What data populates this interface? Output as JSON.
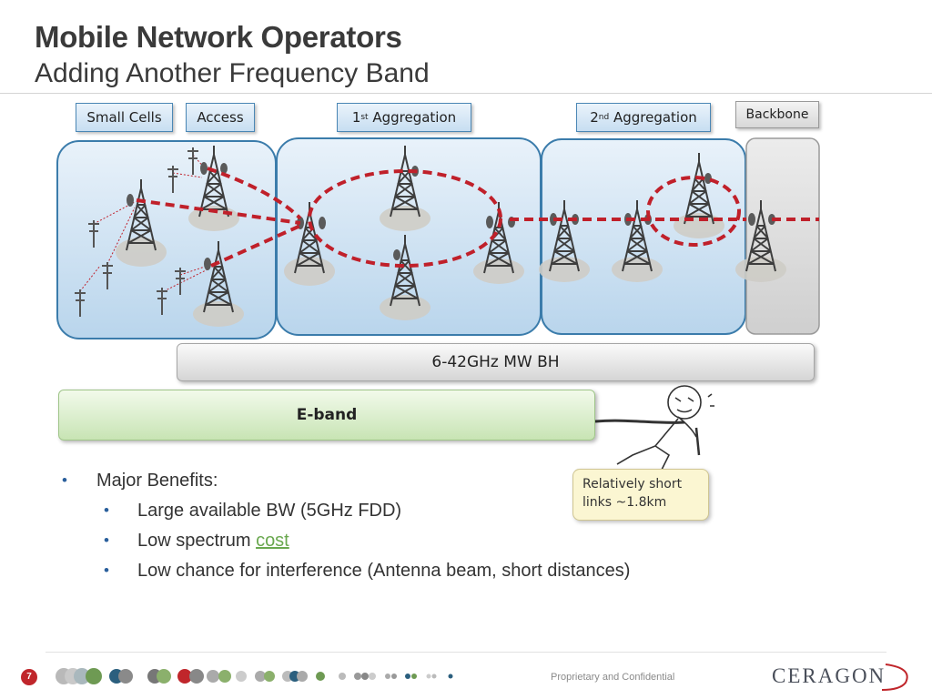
{
  "slide": {
    "title": "Mobile Network Operators",
    "subtitle": "Adding Another Frequency Band",
    "page_number": "7",
    "footer": "Proprietary and Confidential",
    "logo": "CERAGON"
  },
  "diagram": {
    "segments": {
      "small_cells": "Small Cells",
      "access": "Access",
      "agg1_prefix": "1",
      "agg1_sup": "st",
      "agg1_rest": " Aggregation",
      "agg2_prefix": "2",
      "agg2_sup": "nd",
      "agg2_rest": " Aggregation",
      "backbone": "Backbone"
    },
    "mw_bh_label": "6-42GHz MW BH",
    "eband_label": "E-band",
    "callout": "Relatively short links ~1.8km",
    "colors": {
      "panel_blue": "#cfe2f2",
      "panel_border": "#3b7cab",
      "link_red": "#c0202a",
      "eband_green": "#c8e4b4"
    }
  },
  "bullets": {
    "heading": "Major Benefits:",
    "items": [
      {
        "text": "Large available BW (5GHz FDD)"
      },
      {
        "text_before": "Low spectrum ",
        "link": "cost"
      },
      {
        "text": "Low chance for interference (Antenna beam, short distances)"
      }
    ]
  }
}
